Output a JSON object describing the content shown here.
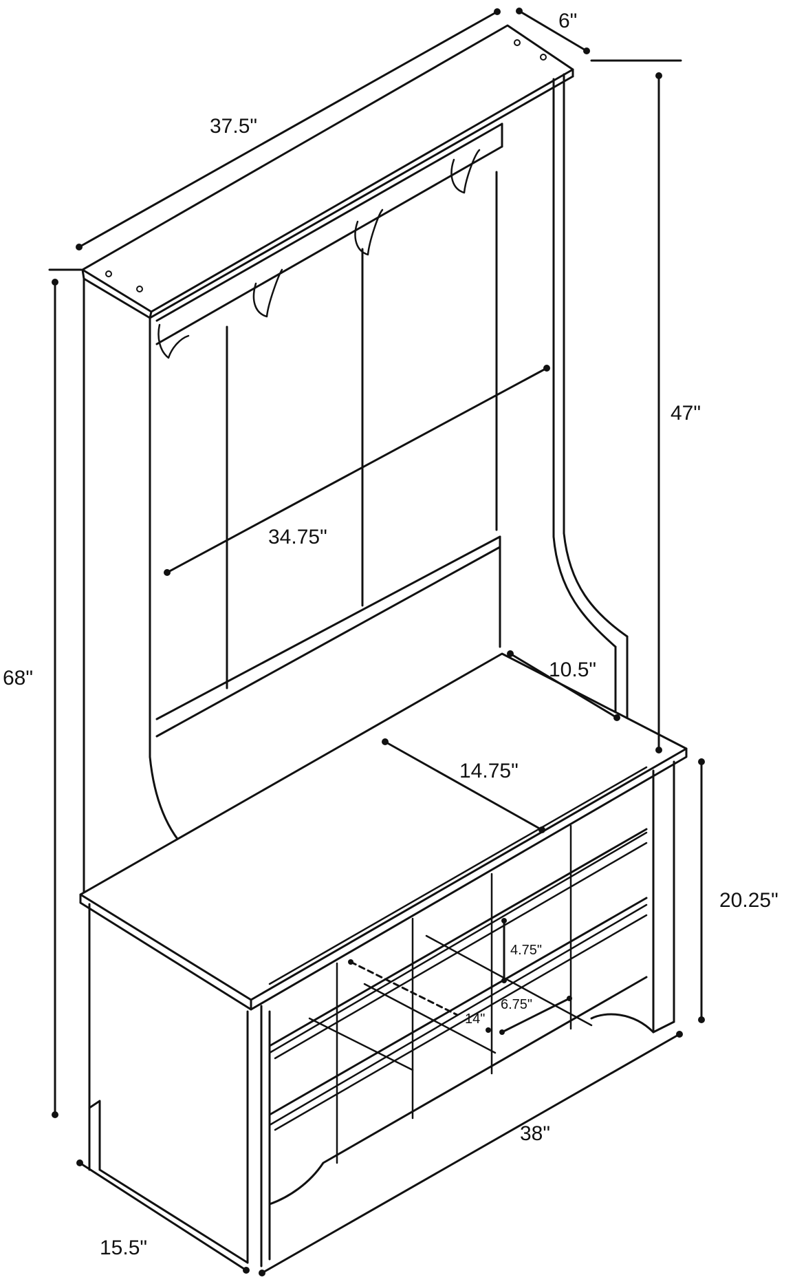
{
  "diagram": {
    "type": "furniture-dimension-drawing",
    "line_color": "#111111",
    "background": "#ffffff",
    "dimensions": {
      "top_width": "37.5\"",
      "top_depth": "6\"",
      "upper_height": "47\"",
      "total_height": "68\"",
      "panel_width": "34.75\"",
      "bench_side_depth": "10.5\"",
      "seat_depth": "14.75\"",
      "base_height": "20.25\"",
      "cubby_height": "4.75\"",
      "cubby_depth": "14\"",
      "cubby_width": "6.75\"",
      "base_width": "38\"",
      "base_depth": "15.5\""
    }
  }
}
